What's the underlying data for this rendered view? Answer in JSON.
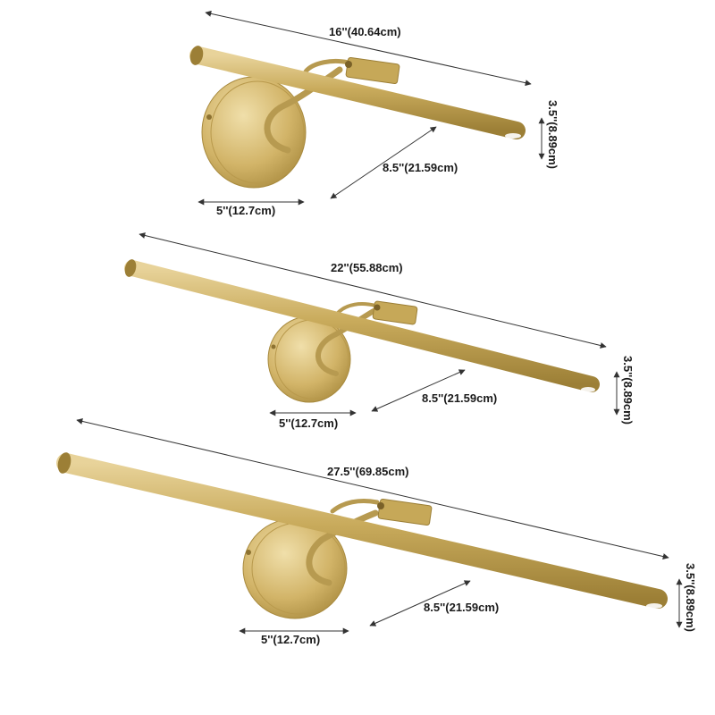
{
  "colors": {
    "brass": "#c9ab5c",
    "brass_light": "#e8d39a",
    "brass_dark": "#9c7f36",
    "arrow": "#333333",
    "text": "#1a1a1a"
  },
  "lamps": [
    {
      "length_label": "16''(40.64cm)",
      "height_label": "3.5''(8.89cm)",
      "depth_label": "8.5''(21.59cm)",
      "base_label": "5''(12.7cm)"
    },
    {
      "length_label": "22''(55.88cm)",
      "height_label": "3.5''(8.89cm)",
      "depth_label": "8.5''(21.59cm)",
      "base_label": "5''(12.7cm)"
    },
    {
      "length_label": "27.5''(69.85cm)",
      "height_label": "3.5''(8.89cm)",
      "depth_label": "8.5''(21.59cm)",
      "base_label": "5''(12.7cm)"
    }
  ]
}
